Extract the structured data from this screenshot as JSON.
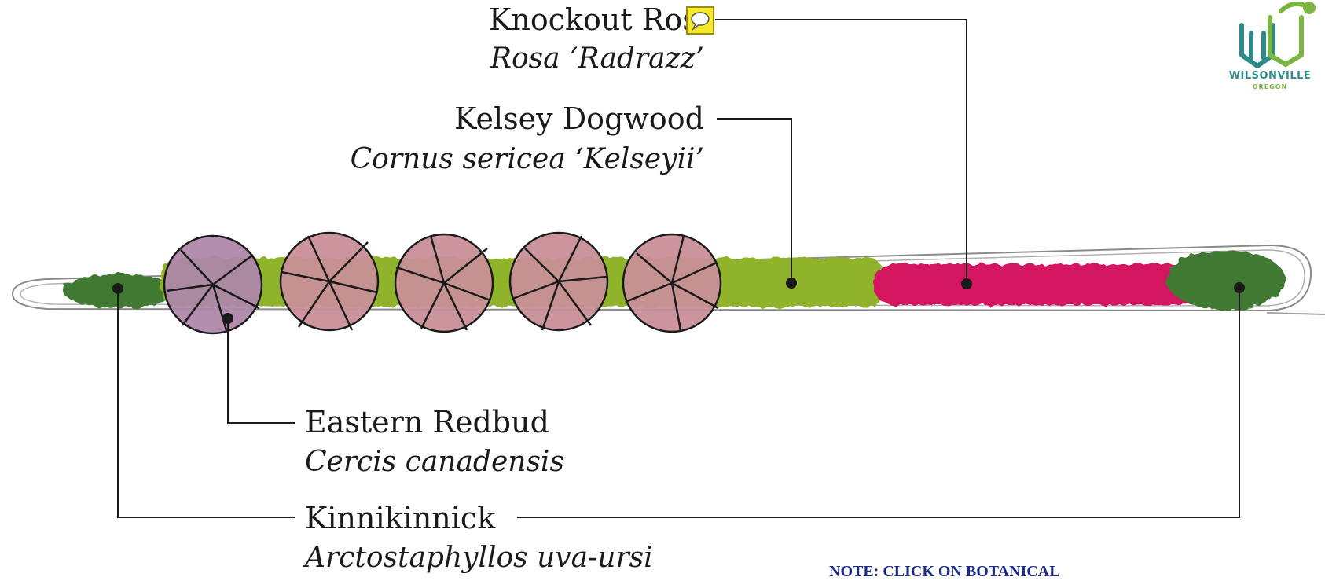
{
  "labels": {
    "knockout_rose": {
      "common": "Knockout Ros",
      "latin": "Rosa ‘Radrazz’"
    },
    "kelsey_dogwood": {
      "common": "Kelsey Dogwood",
      "latin": "Cornus sericea ‘Kelseyii’"
    },
    "eastern_redbud": {
      "common": "Eastern Redbud",
      "latin": "Cercis canadensis"
    },
    "kinnikinnick": {
      "common": "Kinnikinnick",
      "latin": "Arctostaphyllos uva-ursi"
    }
  },
  "logo": {
    "name": "WILSONVILLE",
    "sub": "OREGON"
  },
  "note": "NOTE: CLICK ON BOTANICAL",
  "comment_icon": "comment-icon",
  "colors": {
    "kinnikinnick": "#3f7a33",
    "dogwood": "#8fb32a",
    "rose": "#d3175f",
    "redbud_canopy": "#e0a2d8",
    "logo_teal": "#2e8b8b",
    "logo_green": "#7bb642",
    "note_text": "#1a2a8a",
    "leader_line": "#1a1a1a"
  }
}
